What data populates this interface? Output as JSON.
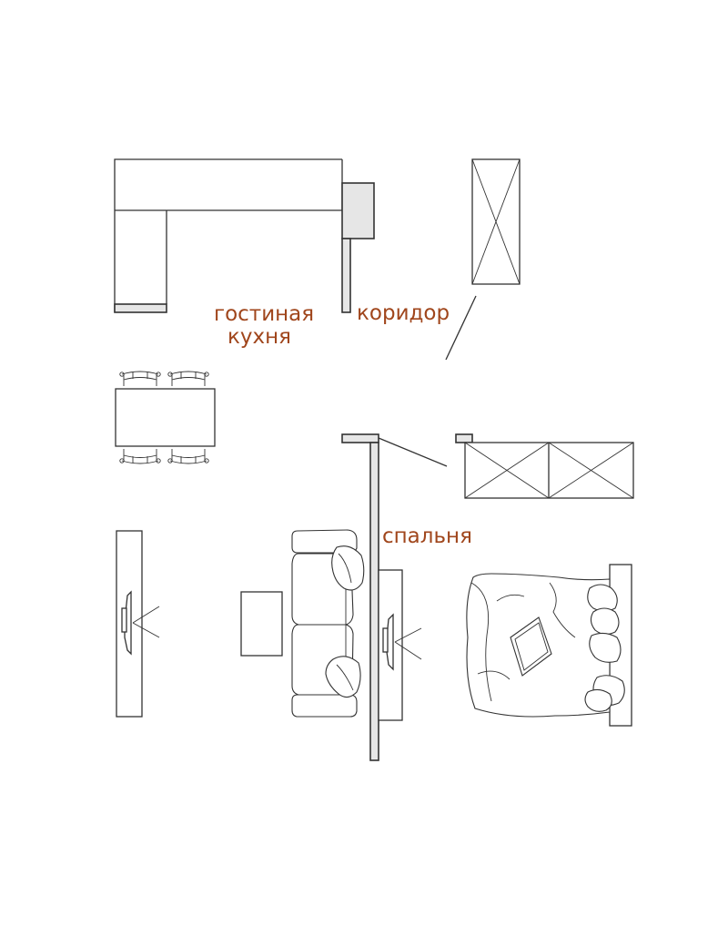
{
  "labels": {
    "living_room": "гостиная",
    "kitchen": "кухня",
    "corridor": "коридор",
    "bedroom": "спальня"
  },
  "colors": {
    "label": "#a0461c",
    "line": "#333333",
    "wall_fill": "#e6e6e6",
    "background": "#ffffff"
  }
}
